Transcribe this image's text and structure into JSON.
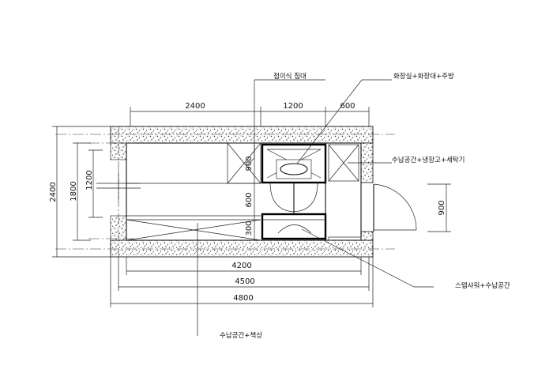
{
  "dimensions": {
    "top_left": "2400",
    "top_mid": "1200",
    "top_right": "600",
    "left_outer": "2400",
    "left_mid": "1800",
    "left_inner": "1200",
    "v_900": "900",
    "v_600": "600",
    "v_300": "300",
    "door": "900",
    "bottom_4200": "4200",
    "bottom_4500": "4500",
    "bottom_4800": "4800"
  },
  "labels": {
    "folding_bed": "접이식 침대",
    "toilet_counter_kitchen": "화장실+화장대+주방",
    "storage_fridge_washer": "수납공간+냉장고+세탁기",
    "shower_storage": "스텝샤워+수납공간",
    "storage_desk": "수납공간+책상"
  },
  "colors": {
    "line": "#111111",
    "wall_fill": "#ffffff",
    "speckle": "#222222"
  }
}
